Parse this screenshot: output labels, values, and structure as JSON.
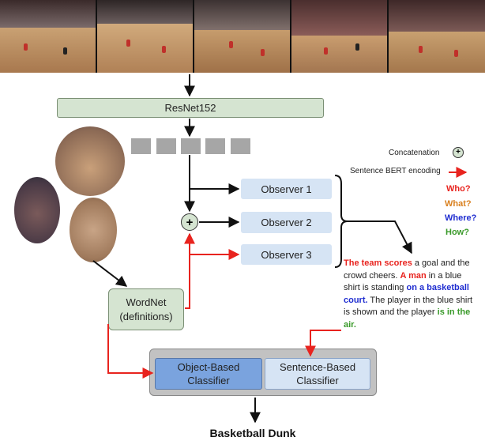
{
  "colors": {
    "red": "#e8231e",
    "orange": "#d9801f",
    "blue": "#1f2dd0",
    "green": "#3a9a2a",
    "black": "#111111"
  },
  "video_frames_count": 5,
  "resnet": {
    "label": "ResNet152"
  },
  "observers": [
    {
      "label": "Observer 1"
    },
    {
      "label": "Observer 2"
    },
    {
      "label": "Observer 3"
    }
  ],
  "concat_symbol": "+",
  "wordnet": {
    "line1": "WordNet",
    "line2": "(definitions)"
  },
  "legend": {
    "concatenation": "Concatenation",
    "sentence_bert": "Sentence BERT encoding"
  },
  "questions": [
    "Who?",
    "What?",
    "Where?",
    "How?"
  ],
  "description": [
    {
      "text": "The team scores",
      "style": "red"
    },
    {
      "text": " a goal and the crowd cheers. ",
      "style": "plain"
    },
    {
      "text": "A man",
      "style": "red"
    },
    {
      "text": " in a blue shirt is standing ",
      "style": "plain"
    },
    {
      "text": "on a basketball court.",
      "style": "blue"
    },
    {
      "text": " The player in the blue shirt is shown and the player ",
      "style": "plain"
    },
    {
      "text": "is in the air.",
      "style": "green"
    }
  ],
  "classifier": {
    "object_line1": "Object-Based",
    "object_line2": "Classifier",
    "sentence_line1": "Sentence-Based",
    "sentence_line2": "Classifier"
  },
  "output": {
    "label": "Basketball Dunk"
  }
}
